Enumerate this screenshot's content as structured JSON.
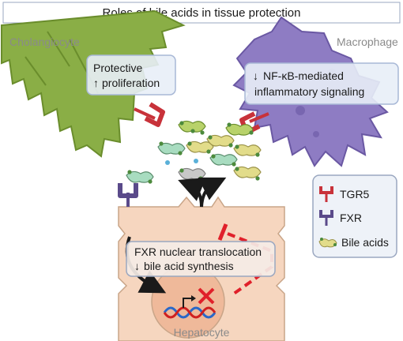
{
  "title": "Roles of bile acids in tissue protection",
  "cells": {
    "cholangiocyte": "Cholangiocyte",
    "macrophage": "Macrophage",
    "hepatocyte": "Hepatocyte"
  },
  "callouts": {
    "protective_line1": "Protective",
    "protective_line2": "proliferation",
    "nfkb_line1": "NF-κB-mediated",
    "nfkb_line2": "inflammatory signaling",
    "fxr_line1": "FXR nuclear translocation",
    "fxr_line2": "bile acid synthesis"
  },
  "arrows": {
    "up": "↑",
    "down": "↓"
  },
  "legend": {
    "items": [
      {
        "label": "TGR5",
        "icon": "tgr5-receptor-icon",
        "color": "#c8323a"
      },
      {
        "label": "FXR",
        "icon": "fxr-receptor-icon",
        "color": "#5a4a8a"
      },
      {
        "label": "Bile acids",
        "icon": "bile-acid-icon",
        "color": "#d8d68a"
      }
    ]
  },
  "colors": {
    "cholangiocyte": "#8aae46",
    "macrophage": "#8e7cc3",
    "hepatocyte": "#f6d6bf",
    "tgr5": "#c8323a",
    "fxr": "#5a4a8a",
    "inhibition": "#e0202a"
  }
}
